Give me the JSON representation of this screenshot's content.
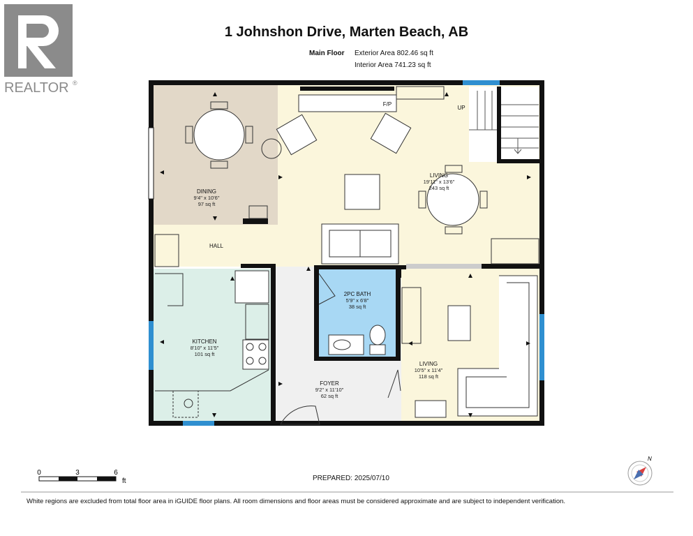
{
  "brand": {
    "logo_text": "REALTOR"
  },
  "header": {
    "title": "1 Johnshon Drive, Marten Beach, AB",
    "floor_label": "Main Floor",
    "exterior_area": "Exterior Area 802.46 sq ft",
    "interior_area": "Interior Area 741.23 sq ft"
  },
  "rooms": {
    "dining": {
      "name": "DINING",
      "dims": "9'4\" x 10'6\"",
      "area": "97 sq ft"
    },
    "living_main": {
      "name": "LIVING",
      "dims": "19'11\" x 13'6\"",
      "area": "243 sq ft"
    },
    "hall": {
      "name": "HALL"
    },
    "bath": {
      "name": "2PC BATH",
      "dims": "5'9\" x 6'8\"",
      "area": "38 sq ft"
    },
    "kitchen": {
      "name": "KITCHEN",
      "dims": "8'10\" x 11'5\"",
      "area": "101 sq ft"
    },
    "foyer": {
      "name": "FOYER",
      "dims": "9'2\" x 11'10\"",
      "area": "62 sq ft"
    },
    "living_second": {
      "name": "LIVING",
      "dims": "10'5\" x 11'4\"",
      "area": "118 sq ft"
    }
  },
  "fixtures": {
    "fireplace": "F/P",
    "stairs": "UP"
  },
  "scale": {
    "labels": [
      "0",
      "3",
      "6"
    ],
    "unit": "ft"
  },
  "compass": {
    "north": "N"
  },
  "footer": {
    "prepared": "PREPARED: 2025/07/10",
    "disclaimer": "White regions are excluded from total floor area in iGUIDE floor plans. All room dimensions and floor areas must be considered approximate and are subject to independent verification."
  },
  "colors": {
    "dining": "#e2d8c8",
    "living": "#fbf6dc",
    "kitchen": "#dcefe8",
    "bath": "#a8d8f4",
    "foyer": "#f0f0f0",
    "wall": "#111111",
    "window": "#2f8fd0"
  }
}
